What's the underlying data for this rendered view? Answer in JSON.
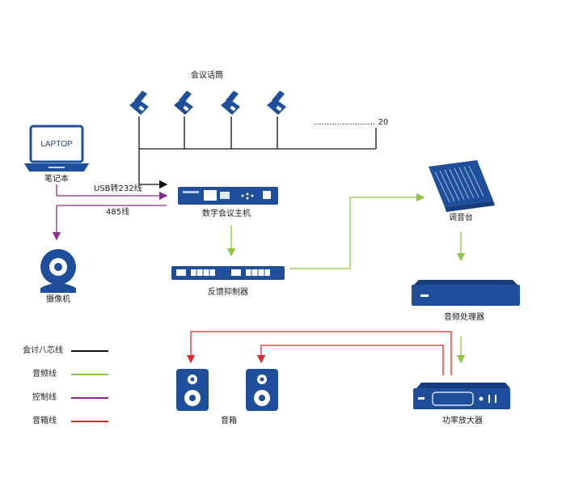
{
  "labels": {
    "microphones": "会议话筒",
    "mic_count": "........................ 20",
    "laptop_screen": "LAPTOP",
    "laptop": "笔记本",
    "usb_cable": "USB转232线",
    "rs485_cable": "485线",
    "camera": "摄像机",
    "main_unit": "数字会议主机",
    "feedback_suppressor": "反馈抑制器",
    "mixer": "调音台",
    "audio_processor": "音频处理器",
    "amplifier": "功率放大器",
    "speakers": "音箱"
  },
  "legend": [
    {
      "label": "会讨八芯线",
      "color": "#111111"
    },
    {
      "label": "音频线",
      "color": "#8dc63f"
    },
    {
      "label": "控制线",
      "color": "#8e2a8e"
    },
    {
      "label": "音箱线",
      "color": "#e0262b"
    }
  ],
  "colors": {
    "device_blue": "#1f4e9a",
    "device_dark": "#163d7c",
    "black_line": "#111111",
    "audio_line": "#8dc63f",
    "control_line": "#8e2a8e",
    "speaker_line": "#e0262b"
  }
}
